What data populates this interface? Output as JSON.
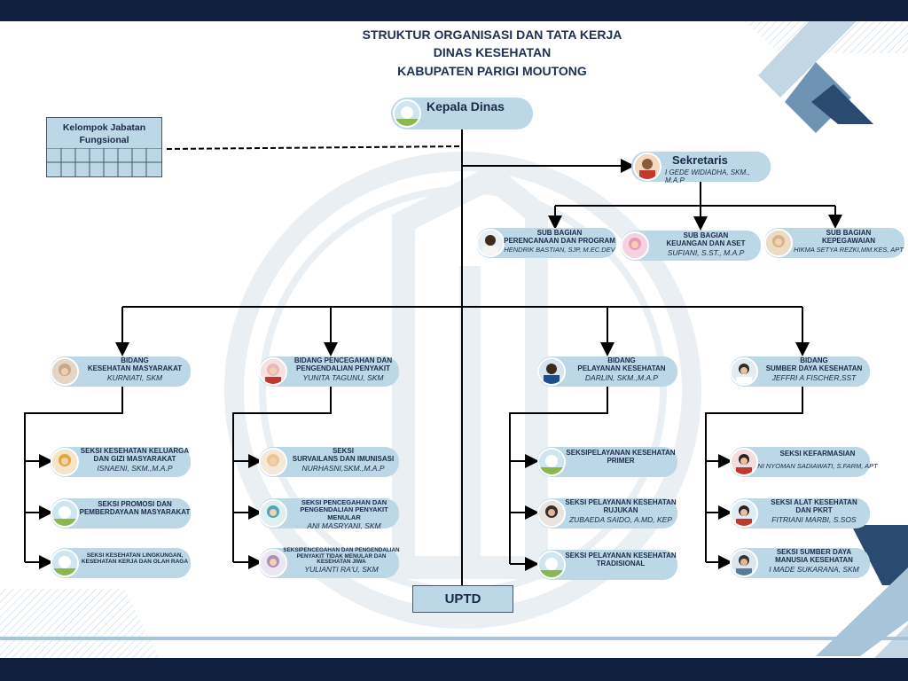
{
  "title": {
    "line1": "STRUKTUR ORGANISASI DAN TATA KERJA",
    "line2": "DINAS KESEHATAN",
    "line3": "KABUPATEN PARIGI MOUTONG"
  },
  "colors": {
    "navy": "#0f1f3d",
    "pill": "#bcd7e5",
    "accent": "#7ea7c4",
    "line": "#000000"
  },
  "kepala": {
    "label": "Kepala Dinas"
  },
  "sekretaris": {
    "label": "Sekretaris",
    "name": "I GEDE WIDIADHA, SKM., M.A.P"
  },
  "kelompok": {
    "label_line1": "Kelompok Jabatan",
    "label_line2": "Fungsional"
  },
  "uptd": {
    "label": "UPTD"
  },
  "subbagian": [
    {
      "label": "SUB BAGIAN PERENCANAAN DAN PROGRAM",
      "l1": "SUB BAGIAN",
      "l2": "PERENCANAAN DAN PROGRAM",
      "name": "HENDRIK BASTIAN, SJP, M.EC.DEV"
    },
    {
      "label": "SUB BAGIAN KEUANGAN DAN ASET",
      "l1": "SUB BAGIAN",
      "l2": "KEUANGAN DAN ASET",
      "name": "SUFIANI, S.ST., M.A.P"
    },
    {
      "label": "SUB BAGIAN KEPEGAWAIAN",
      "l1": "SUB BAGIAN",
      "l2": "KEPEGAWAIAN",
      "name": "HIKMA SETYA REZKI,MM.KES, APT"
    }
  ],
  "bidang": [
    {
      "l1": "BIDANG",
      "l2": "KESEHATAN MASYARAKAT",
      "name": "KURNIATI, SKM"
    },
    {
      "l1": "BIDANG PENCEGAHAN DAN",
      "l2": "PENGENDALIAN PENYAKIT",
      "name": "YUNITA TAGUNU, SKM"
    },
    {
      "l1": "BIDANG",
      "l2": "PELAYANAN KESEHATAN",
      "name": "DARLIN, SKM.,M.A.P"
    },
    {
      "l1": "BIDANG",
      "l2": "SUMBER DAYA KESEHATAN",
      "name": "JEFFRI A FISCHER,SST"
    }
  ],
  "seksi": [
    [
      {
        "l1": "SEKSI  KESEHATAN KELUARGA",
        "l2": "DAN GIZI MASYARAKAT",
        "name": "ISNAENI, SKM.,M.A.P"
      },
      {
        "l1": "SEKSI PROMOSI DAN",
        "l2": "PEMBERDAYAAN  MASYARAKAT",
        "name": ""
      },
      {
        "l1": "SEKSI KESEHATAN LINGKUNGAN,",
        "l2": "KESEHATAN KERJA DAN OLAH RAGA",
        "name": ""
      }
    ],
    [
      {
        "l1": "SEKSI",
        "l2": "SURVAILANS DAN IMUNISASI",
        "name": "NURHASNI,SKM.,M.A.P"
      },
      {
        "l1": "SEKSI  PENCEGAHAN DAN",
        "l2": "PENGENDALIAN PENYAKIT MENULAR",
        "name": "ANI MASRYANI, SKM"
      },
      {
        "l1": "SEKSIPENCEGAHAN DAN PENGENDALIAN",
        "l2": "PENYAKIT TIDAK MENULAR DAN",
        "l3": "KESEHATAN JIWA",
        "name": "YULIANTI RA'U, SKM"
      }
    ],
    [
      {
        "l1": "SEKSIPELAYANAN KESEHATAN",
        "l2": "PRIMER",
        "name": ""
      },
      {
        "l1": "SEKSI  PELAYANAN KESEHATAN",
        "l2": "RUJUKAN",
        "name": "ZUBAEDA SAIDO, A.MD, KEP"
      },
      {
        "l1": "SEKSI PELAYANAN KESEHATAN",
        "l2": "TRADISIONAL",
        "name": ""
      }
    ],
    [
      {
        "l1": "SEKSI KEFARMASIAN",
        "l2": "",
        "name": "NI NYOMAN SADIAWATI, S.FARM, APT"
      },
      {
        "l1": "SEKSI ALAT KESEHATAN",
        "l2": "DAN PKRT",
        "name": "FITRIANI MARBI, S.SOS"
      },
      {
        "l1": "SEKSI SUMBER DAYA",
        "l2": "MANUSIA KESEHATAN",
        "name": "I MADE SUKARANA, SKM"
      }
    ]
  ]
}
